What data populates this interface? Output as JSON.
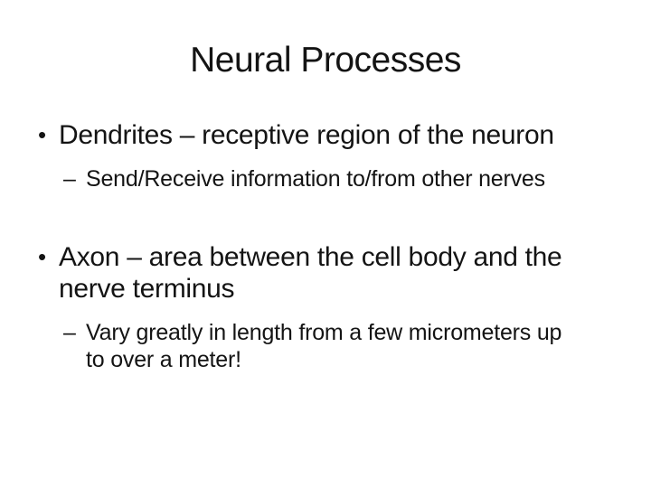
{
  "slide": {
    "title": "Neural Processes",
    "colors": {
      "background": "#ffffff",
      "text": "#141414"
    },
    "bullets": [
      {
        "level": 1,
        "marker": "•",
        "lines": [
          "Dendrites – receptive region of the neuron"
        ]
      },
      {
        "level": 2,
        "marker": "–",
        "lines": [
          "Send/Receive information to/from other nerves"
        ]
      },
      {
        "level": 1,
        "marker": "•",
        "lines": [
          "Axon – area between the cell body and the",
          "nerve terminus"
        ]
      },
      {
        "level": 2,
        "marker": "–",
        "lines": [
          "Vary greatly in length from a few micrometers up",
          "to over a meter!"
        ]
      }
    ]
  }
}
